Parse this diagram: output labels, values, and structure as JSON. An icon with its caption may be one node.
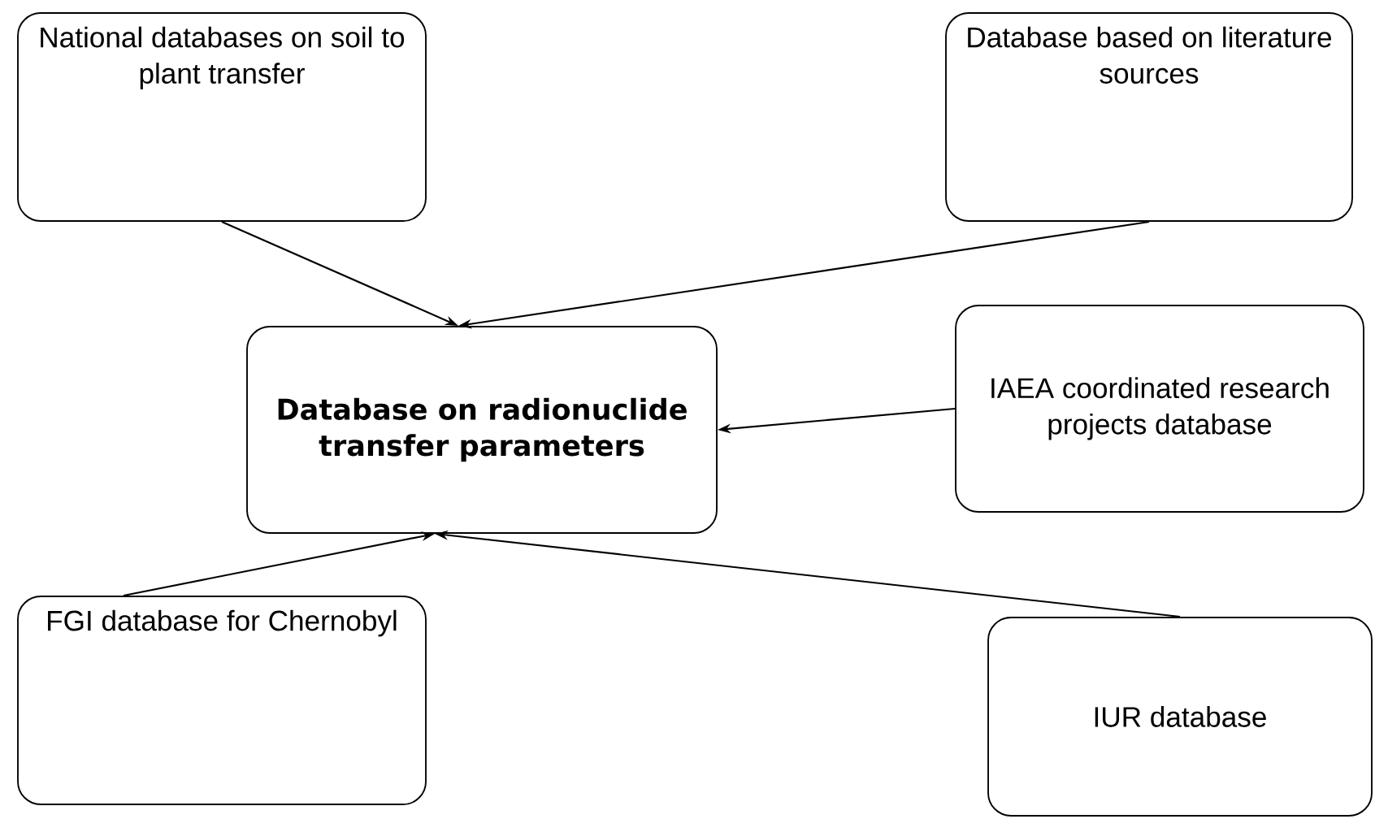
{
  "diagram": {
    "nodes": [
      {
        "text": [
          "National databases on soil to plant transfer"
        ]
      },
      {
        "text": [
          "Database based on literature sources"
        ]
      },
      {
        "text": [
          "Database on radionuclide transfer parameters"
        ]
      },
      {
        "text": [
          "IAEA coordinated research projects database"
        ]
      },
      {
        "text": [
          "FGI database for Chernobyl"
        ]
      },
      {
        "text": [
          "IUR database"
        ]
      }
    ],
    "edges": [
      {
        "from": 0,
        "to": 2,
        "arrow": "to"
      },
      {
        "from": 1,
        "to": 2,
        "arrow": "to"
      },
      {
        "from": 3,
        "to": 2,
        "arrow": "to"
      },
      {
        "from": 4,
        "to": 2,
        "arrow": "to"
      },
      {
        "from": 5,
        "to": 2,
        "arrow": "to"
      }
    ]
  }
}
